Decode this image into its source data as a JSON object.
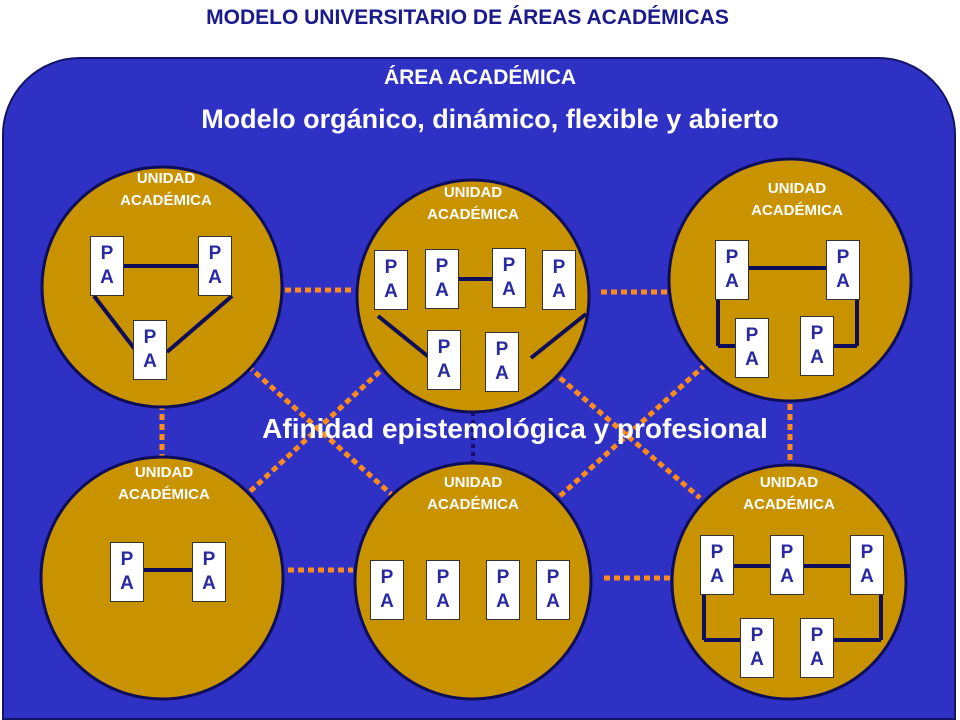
{
  "title": "MODELO UNIVERSITARIO DE ÁREAS ACADÉMICAS",
  "area": {
    "title": "ÁREA ACADÉMICA",
    "subtitle": "Modelo orgánico, dinámico, flexible y abierto"
  },
  "affinity_label": "Afinidad epistemológica y profesional",
  "colors": {
    "area_fill": "#2f31c4",
    "unit_fill": "#c99300",
    "link_dotted": "#ff8c1a",
    "text_dark": "#1a1a8c"
  },
  "units": [
    {
      "label_line1": "UNIDAD",
      "label_line2": "ACADÉMICA",
      "programs": [
        {
          "l1": "P",
          "l2": "A"
        },
        {
          "l1": "P",
          "l2": "A"
        },
        {
          "l1": "P",
          "l2": "A"
        }
      ]
    },
    {
      "label_line1": "UNIDAD",
      "label_line2": "ACADÉMICA",
      "programs": [
        {
          "l1": "P",
          "l2": "A"
        },
        {
          "l1": "P",
          "l2": "A"
        },
        {
          "l1": "P",
          "l2": "A"
        },
        {
          "l1": "P",
          "l2": "A"
        },
        {
          "l1": "P",
          "l2": "A"
        },
        {
          "l1": "P",
          "l2": "A"
        }
      ]
    },
    {
      "label_line1": "UNIDAD",
      "label_line2": "ACADÉMICA",
      "programs": [
        {
          "l1": "P",
          "l2": "A"
        },
        {
          "l1": "P",
          "l2": "A"
        },
        {
          "l1": "P",
          "l2": "A"
        },
        {
          "l1": "P",
          "l2": "A"
        }
      ]
    },
    {
      "label_line1": "UNIDAD",
      "label_line2": "ACADÉMICA",
      "programs": [
        {
          "l1": "P",
          "l2": "A"
        },
        {
          "l1": "P",
          "l2": "A"
        }
      ]
    },
    {
      "label_line1": "UNIDAD",
      "label_line2": "ACADÉMICA",
      "programs": [
        {
          "l1": "P",
          "l2": "A"
        },
        {
          "l1": "P",
          "l2": "A"
        },
        {
          "l1": "P",
          "l2": "A"
        },
        {
          "l1": "P",
          "l2": "A"
        }
      ]
    },
    {
      "label_line1": "UNIDAD",
      "label_line2": "ACADÉMICA",
      "programs": [
        {
          "l1": "P",
          "l2": "A"
        },
        {
          "l1": "P",
          "l2": "A"
        },
        {
          "l1": "P",
          "l2": "A"
        },
        {
          "l1": "P",
          "l2": "A"
        },
        {
          "l1": "P",
          "l2": "A"
        }
      ]
    }
  ]
}
